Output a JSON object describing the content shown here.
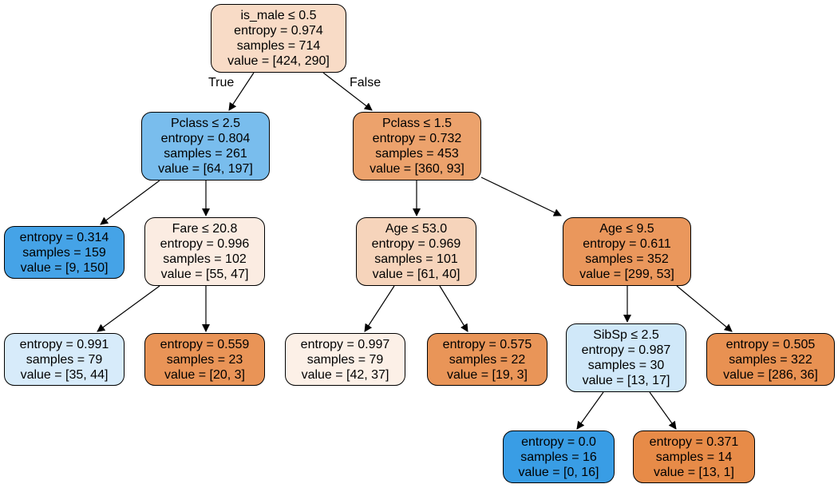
{
  "edge_labels": {
    "true_label": "True",
    "false_label": "False"
  },
  "nodes": {
    "root": {
      "split": "is_male ≤ 0.5",
      "entropy": "entropy = 0.974",
      "samples": "samples = 714",
      "value": "value = [424, 290]",
      "fill": "#f8dbc6"
    },
    "pclass_l": {
      "split": "Pclass ≤ 2.5",
      "entropy": "entropy = 0.804",
      "samples": "samples = 261",
      "value": "value = [64, 197]",
      "fill": "#79bded"
    },
    "pclass_r": {
      "split": "Pclass ≤ 1.5",
      "entropy": "entropy = 0.732",
      "samples": "samples = 453",
      "value": "value = [360, 93]",
      "fill": "#eca26c"
    },
    "leaf_159": {
      "entropy": "entropy = 0.314",
      "samples": "samples = 159",
      "value": "value = [9, 150]",
      "fill": "#45a3e7"
    },
    "fare": {
      "split": "Fare ≤ 20.8",
      "entropy": "entropy = 0.996",
      "samples": "samples = 102",
      "value": "value = [55, 47]",
      "fill": "#fbece2"
    },
    "age_53": {
      "split": "Age ≤ 53.0",
      "entropy": "entropy = 0.969",
      "samples": "samples = 101",
      "value": "value = [61, 40]",
      "fill": "#f6d4bb"
    },
    "age_9": {
      "split": "Age ≤ 9.5",
      "entropy": "entropy = 0.611",
      "samples": "samples = 352",
      "value": "value = [299, 53]",
      "fill": "#ea975c"
    },
    "leaf_79a": {
      "entropy": "entropy = 0.991",
      "samples": "samples = 79",
      "value": "value = [35, 44]",
      "fill": "#d7ebfa"
    },
    "leaf_23": {
      "entropy": "entropy = 0.559",
      "samples": "samples = 23",
      "value": "value = [20, 3]",
      "fill": "#e99457"
    },
    "leaf_79b": {
      "entropy": "entropy = 0.997",
      "samples": "samples = 79",
      "value": "value = [42, 37]",
      "fill": "#fcf0e7"
    },
    "leaf_22": {
      "entropy": "entropy = 0.575",
      "samples": "samples = 22",
      "value": "value = [19, 3]",
      "fill": "#e99558"
    },
    "sibsp": {
      "split": "SibSp ≤ 2.5",
      "entropy": "entropy = 0.987",
      "samples": "samples = 30",
      "value": "value = [13, 17]",
      "fill": "#d0e8f9"
    },
    "leaf_322": {
      "entropy": "entropy = 0.505",
      "samples": "samples = 322",
      "value": "value = [286, 36]",
      "fill": "#e89152"
    },
    "leaf_16": {
      "entropy": "entropy = 0.0",
      "samples": "samples = 16",
      "value": "value = [0, 16]",
      "fill": "#399de5"
    },
    "leaf_14": {
      "entropy": "entropy = 0.371",
      "samples": "samples = 14",
      "value": "value = [13, 1]",
      "fill": "#e78b48"
    }
  }
}
